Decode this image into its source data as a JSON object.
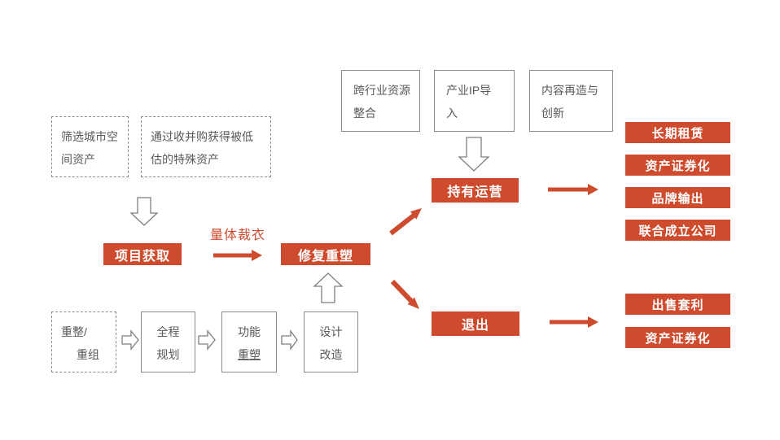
{
  "colors": {
    "accent": "#ce4b2d",
    "box_border": "#8a8a8a",
    "gray_text": "#595959"
  },
  "top_left_inputs": [
    {
      "line1": "筛选城市空",
      "line2": "间资产"
    },
    {
      "line1": "通过收并购获得被低",
      "line2": "估的特殊资产"
    }
  ],
  "top_resources": [
    {
      "line1": "跨行业资源",
      "line2": "整合"
    },
    {
      "line1": "产业IP导",
      "line2": "入"
    },
    {
      "line1": "内容再造与",
      "line2": "创新"
    }
  ],
  "stages": {
    "acquisition": "项目获取",
    "tailor": "量体裁衣",
    "rebuild": "修复重塑",
    "operation": "持有运营",
    "exit": "退出"
  },
  "bottom_process": [
    {
      "line1": "重整/",
      "line2": "重组"
    },
    {
      "line1": "全程",
      "line2": "规划"
    },
    {
      "line1": "功能",
      "line2": "重塑"
    },
    {
      "line1": "设计",
      "line2": "改造"
    }
  ],
  "operation_outputs": [
    "长期租赁",
    "资产证券化",
    "品牌输出",
    "联合成立公司"
  ],
  "exit_outputs": [
    "出售套利",
    "资产证券化"
  ]
}
